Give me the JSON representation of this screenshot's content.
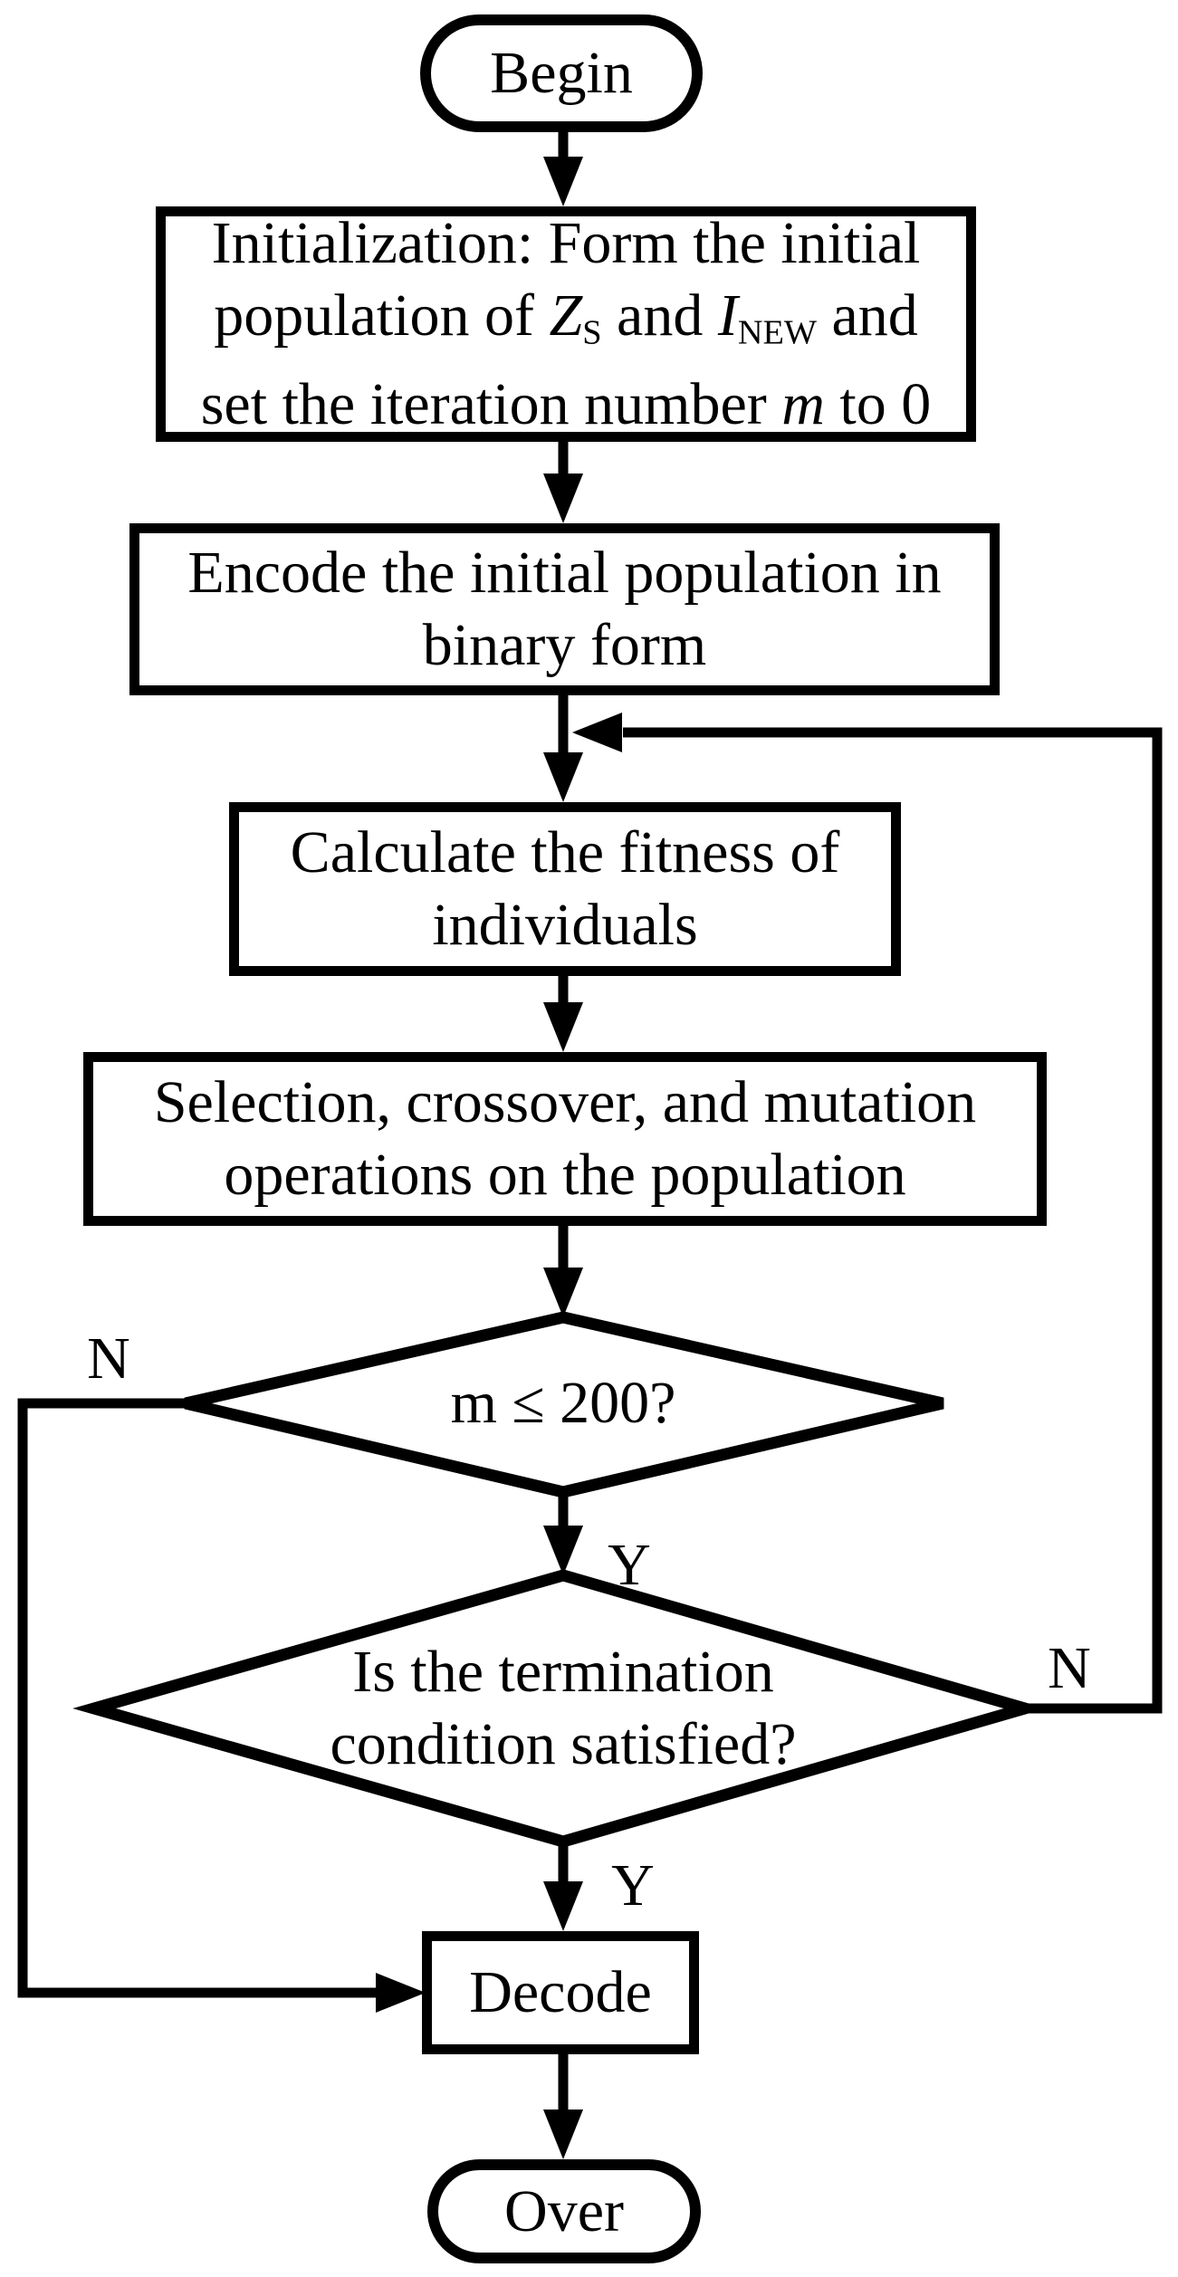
{
  "diagram": {
    "colors": {
      "background": "#ffffff",
      "ink": "#000000"
    },
    "nodes": {
      "begin": {
        "label": "Begin"
      },
      "initialization": {
        "line1": "Initialization: Form the initial",
        "line2_pre": "population of ",
        "line2_var1": "Z",
        "line2_var1_sub": "S",
        "line2_mid": " and ",
        "line2_var2": "I",
        "line2_var2_sub": "NEW",
        "line2_post": " and",
        "line3_pre": "set the iteration number ",
        "line3_var": "m",
        "line3_post": " to 0"
      },
      "encode": {
        "line1": "Encode the initial population in",
        "line2": "binary form"
      },
      "fitness": {
        "line1": "Calculate the fitness of",
        "line2": "individuals"
      },
      "selection": {
        "line1": "Selection, crossover, and mutation",
        "line2": "operations on the population"
      },
      "iteration_check": {
        "label": "m ≤ 200?"
      },
      "termination_check": {
        "line1": "Is the termination",
        "line2": "condition satisfied?"
      },
      "decode": {
        "label": "Decode"
      },
      "over": {
        "label": "Over"
      }
    },
    "edge_labels": {
      "iteration_no": "N",
      "iteration_yes": "Y",
      "termination_no": "N",
      "termination_yes": "Y"
    }
  }
}
